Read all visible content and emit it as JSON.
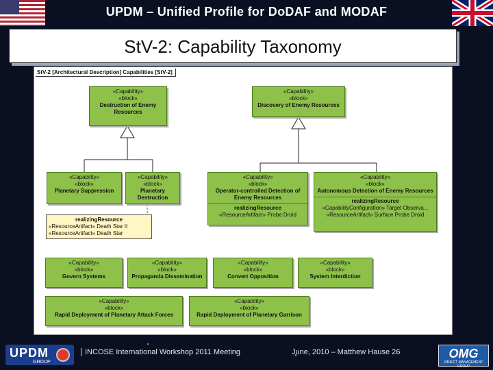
{
  "header": {
    "title": "UPDM – Unified Profile for DoDAF and MODAF"
  },
  "slide": {
    "title": "StV-2: Capability Taxonomy"
  },
  "diagram": {
    "tab_label": "StV-2 [Architectural Description] Capabilities [StV-2]",
    "stereotype_capability": "«Capability»",
    "stereotype_block": "«block»",
    "boxes": {
      "destruction": "Destruction of Enemy Resources",
      "discovery": "Discovery of Enemy Resources",
      "planetary_suppression": "Planetary Suppression",
      "planetary_destruction": "Planetary Destruction",
      "operator_detection": "Operator-controlled Detection of Enemy Resources",
      "autonomous_detection": "Autonomous Detection of Enemy Resources",
      "govern_systems": "Govern Systems",
      "propaganda": "Propaganda Dissemination",
      "covert_opposition": "Convert Opposition",
      "system_interdiction": "System Interdiction",
      "rapid_attack": "Rapid Deployment of Planetary Attack Forces",
      "rapid_garrison": "Rapid Deployment of Planetary Garrison"
    },
    "compartment_title": "realizingResource",
    "operator_items": [
      "«ResourceArtifact» Probe Droid"
    ],
    "autonomous_items": [
      "«CapabilityConfiguration» Target Observa...",
      "«ResourceArtifact» Surface Probe Droid"
    ],
    "note": {
      "title": "realizingResource",
      "items": [
        "«ResourceArtifact» Death Star II",
        "«ResourceArtifact» Death Star"
      ]
    }
  },
  "footer": {
    "event": "INCOSE International Workshop 2011 Meeting",
    "date_author": "June, 2010 – Matthew Hause  26",
    "updm_logo_text": "UPDM",
    "updm_logo_sub": "GROUP",
    "omg_logo_text": "OMG",
    "omg_logo_sub": "OBJECT MANAGEMENT GROUP"
  },
  "colors": {
    "capability_fill": "#8ec14a",
    "note_fill": "#fff6c4",
    "background": "#0a1022"
  }
}
